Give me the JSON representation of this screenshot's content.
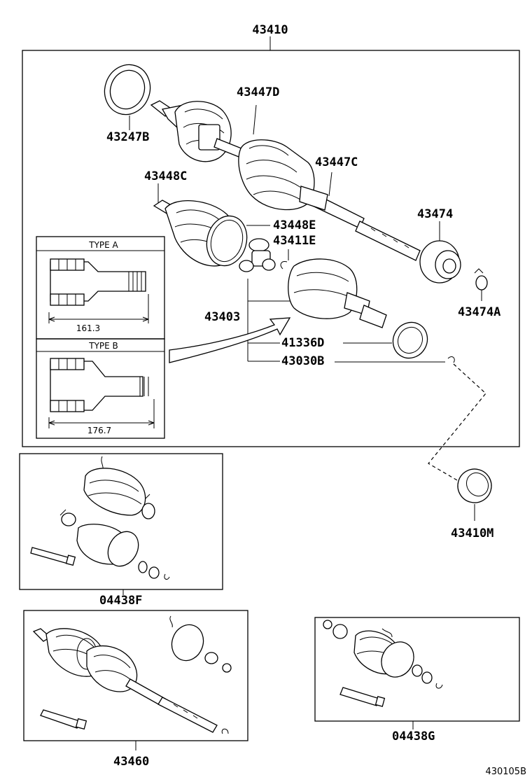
{
  "labels": {
    "p43410": "43410",
    "p43447D": "43447D",
    "p43247B": "43247B",
    "p43447C": "43447C",
    "p43448C": "43448C",
    "p43448E": "43448E",
    "p43474": "43474",
    "p43411E": "43411E",
    "p43403": "43403",
    "p43474A": "43474A",
    "p41336D": "41336D",
    "p43030B": "43030B",
    "p43410M": "43410M",
    "p04438F": "04438F",
    "p43460": "43460",
    "p04438G": "04438G",
    "diagram_code": "430105B"
  },
  "type_a": {
    "title": "TYPE A",
    "dimension": "161.3"
  },
  "type_b": {
    "title": "TYPE B",
    "dimension": "176.7"
  }
}
